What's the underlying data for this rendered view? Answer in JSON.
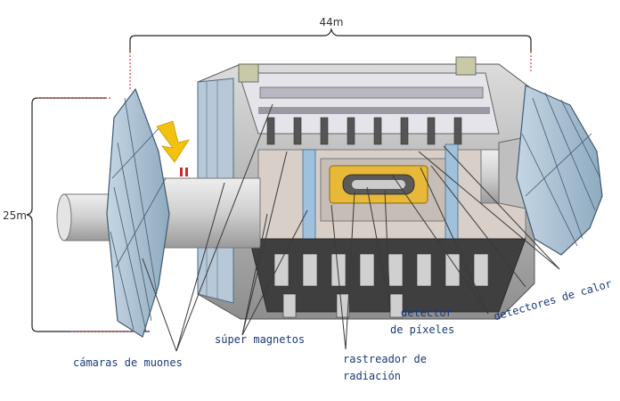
{
  "dimensions": {
    "length": "44m",
    "height": "25m"
  },
  "labels": {
    "muon_chambers": "cámaras de muones",
    "super_magnets": "súper magnetos",
    "radiation_tracker": [
      "rastreador de",
      "radiación"
    ],
    "pixel_detector": [
      "detector",
      "de píxeles"
    ],
    "heat_detectors": "detectores de calor"
  },
  "colors": {
    "label_text": "#1b3a7a",
    "dimension_dotted": "#d23c3c",
    "pointer_arrow": "#f2c20f",
    "tracker_core": "#e8b838",
    "wheel_blue": "#a9c3d8"
  }
}
